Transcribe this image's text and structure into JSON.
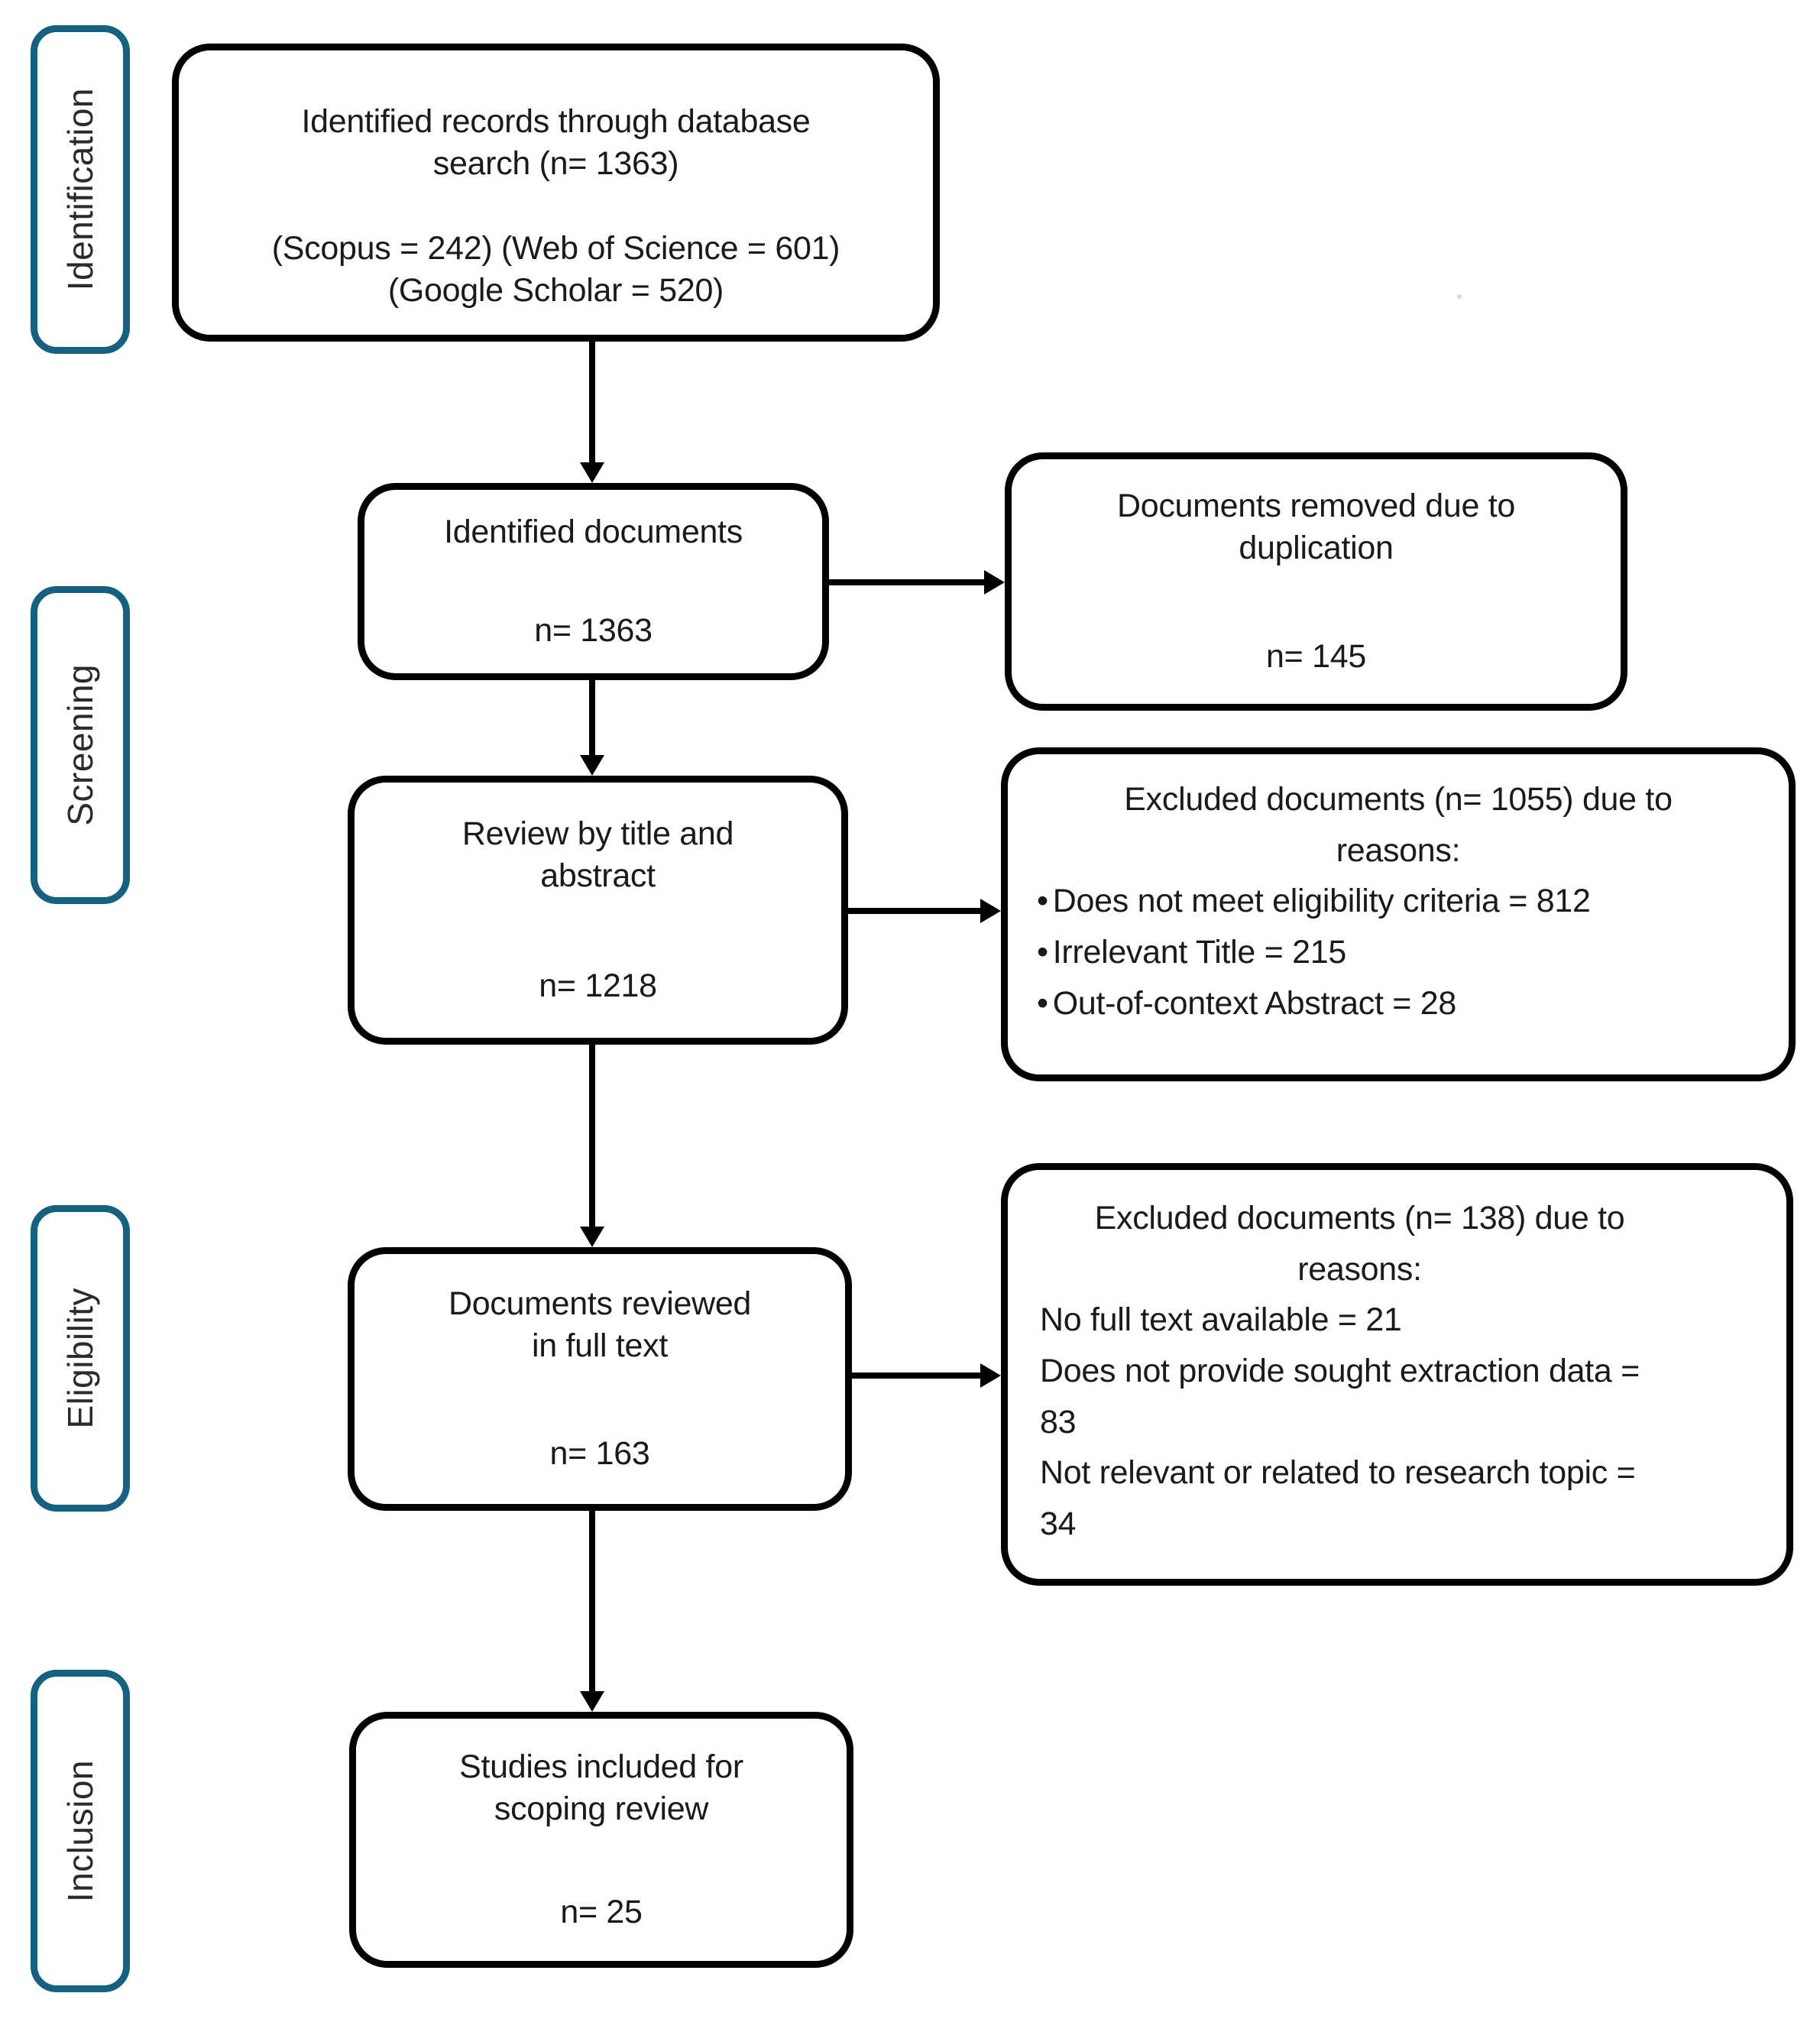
{
  "diagram": {
    "title": "Scoping review PRISMA flow diagram",
    "colors": {
      "stage_border": "#156181",
      "box_border": "#000000",
      "background": "#ffffff",
      "text": "#1a1a1a"
    },
    "stages": [
      {
        "label": "Identification"
      },
      {
        "label": "Screening"
      },
      {
        "label": "Eligibility"
      },
      {
        "label": "Inclusion"
      }
    ],
    "nodes": {
      "db_search": {
        "line1": "Identified records through database",
        "line2": "search (n= 1363)",
        "line3": "(Scopus = 242) (Web of Science = 601)",
        "line4": "(Google Scholar = 520)"
      },
      "identified_documents": {
        "title": "Identified documents",
        "count": "n= 1363"
      },
      "removed_duplicates": {
        "line1": "Documents removed due to",
        "line2": "duplication",
        "count": "n= 145"
      },
      "title_abstract_review": {
        "line1": "Review by title and",
        "line2": "abstract",
        "count": "n= 1218"
      },
      "excluded_title_abstract": {
        "header1": "Excluded documents (n= 1055) due to",
        "header2": "reasons:",
        "bullets": [
          "Does not meet eligibility criteria = 812",
          "Irrelevant Title = 215",
          "Out-of-context Abstract = 28"
        ]
      },
      "full_text_review": {
        "line1": "Documents reviewed",
        "line2": "in full text",
        "count": "n= 163"
      },
      "excluded_full_text": {
        "header1": "Excluded documents (n= 138) due to",
        "header2": "reasons:",
        "lines": [
          "No full text available = 21",
          "Does not provide sought extraction data = 83",
          "Not relevant or related to research topic = 34"
        ]
      },
      "included_studies": {
        "line1": "Studies included for",
        "line2": "scoping review",
        "count": "n= 25"
      }
    }
  }
}
